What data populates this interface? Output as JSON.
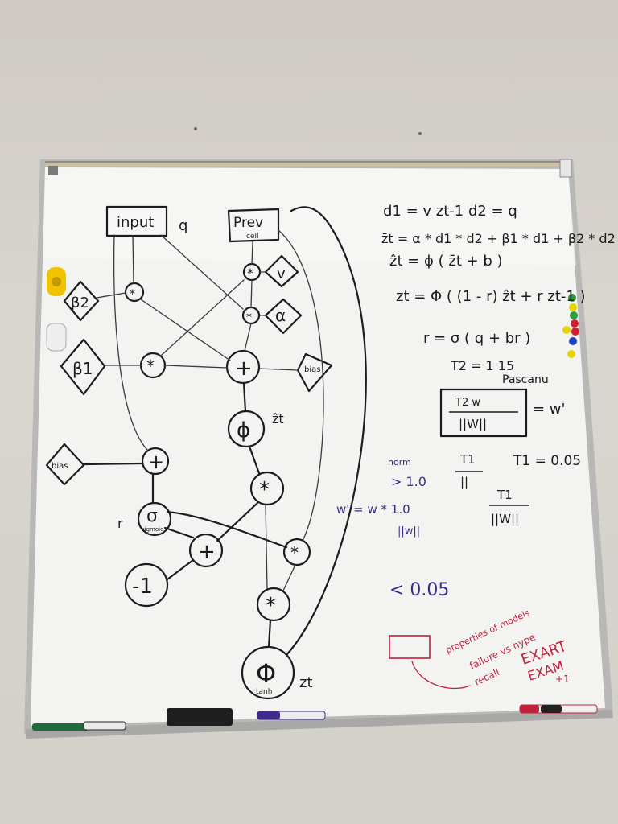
{
  "scene": "whiteboard",
  "nodes": {
    "input": "input",
    "input_annot": "q",
    "prev": "Prev",
    "prev_sub": "cell",
    "beta2": "β2",
    "beta1": "β1",
    "v": "v",
    "alpha": "α",
    "bias_right": "bias",
    "bias_left": "bias",
    "plus_symbol": "+",
    "mult_symbol": "*",
    "phi": "ϕ",
    "zhat": "ẑt",
    "sigma": "σ",
    "sigma_sub": "sigmoid",
    "r_label": "r",
    "minus_one": "-1",
    "big_phi": "Φ",
    "big_phi_sub": "tanh",
    "zt": "zt"
  },
  "equations": [
    "d1 = v zt-1     d2 = q",
    "z̄t = α * d1 * d2 + β1 * d1 + β2 * d2",
    "ẑt = ϕ ( z̄t + b )",
    "zt = Φ ( (1 - r) ẑt + r zt-1 )",
    "r = σ ( q + br )",
    "T2 = 1   15",
    "Pascanu",
    "= w'",
    "T1",
    "T1 = 0.05",
    "||W||"
  ],
  "purple_notes": [
    "norm",
    "> 1.0",
    "w' = w * 1.0",
    "||w||",
    "< 0.05"
  ],
  "red_notes": [
    "properties of models",
    "failure vs hype",
    "recall",
    "EXART",
    "EXAM",
    "+1"
  ],
  "tray": {
    "markers": [
      "green marker",
      "black marker",
      "eraser",
      "purple marker",
      "red marker"
    ]
  },
  "colors": {
    "board": "#f4f4f2",
    "wall": "#d3cfc9",
    "frame": "#a9a9a9",
    "ink": "#1c1c1c",
    "purple_ink": "#3d2a8a",
    "red_ink": "#c3203a"
  }
}
